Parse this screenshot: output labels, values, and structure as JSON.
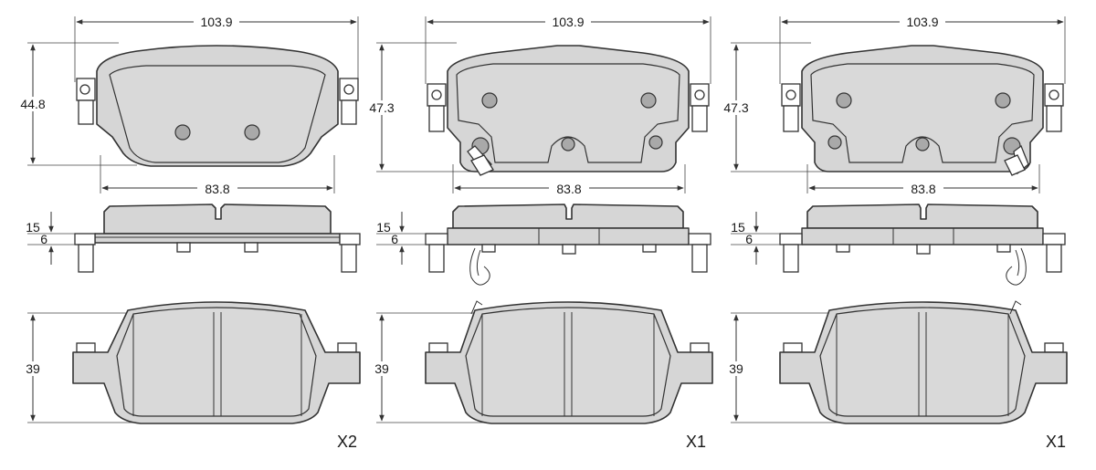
{
  "colors": {
    "pad_fill": "#d6d6d6",
    "line": "#333333",
    "background": "#ffffff"
  },
  "pads": [
    {
      "overall_width": "103.9",
      "height": "44.8",
      "mount_width": "83.8",
      "thickness_total": "15",
      "thickness_backing": "6",
      "friction_height": "39",
      "quantity": "X2"
    },
    {
      "overall_width": "103.9",
      "height": "47.3",
      "mount_width": "83.8",
      "thickness_total": "15",
      "thickness_backing": "6",
      "friction_height": "39",
      "quantity": "X1"
    },
    {
      "overall_width": "103.9",
      "height": "47.3",
      "mount_width": "83.8",
      "thickness_total": "15",
      "thickness_backing": "6",
      "friction_height": "39",
      "quantity": "X1"
    }
  ]
}
